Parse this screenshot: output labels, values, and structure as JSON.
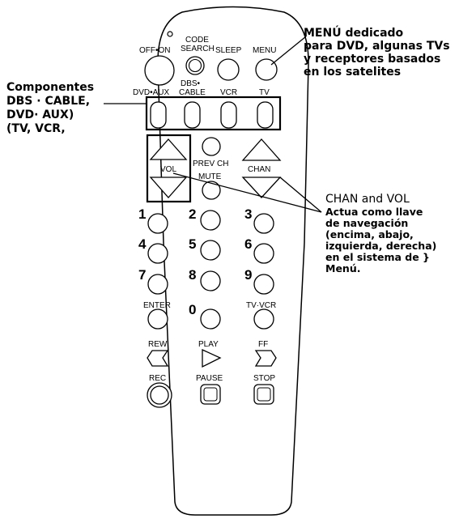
{
  "remote": {
    "top_labels": {
      "off_on": "OFF•ON",
      "code": "CODE",
      "search": "SEARCH",
      "sleep": "SLEEP",
      "menu": "MENU"
    },
    "mode_labels": {
      "dvd_aux": "DVD•AUX",
      "dbs": "DBS•",
      "cable": "CABLE",
      "vcr": "VCR",
      "tv": "TV"
    },
    "nav_labels": {
      "prev_ch": "PREV CH",
      "vol": "VOL",
      "chan": "CHAN",
      "mute": "MUTE"
    },
    "digits": [
      "1",
      "2",
      "3",
      "4",
      "5",
      "6",
      "7",
      "8",
      "9",
      "0"
    ],
    "enter": "ENTER",
    "tv_vcr": "TV·VCR",
    "transport": {
      "rew": "REW",
      "play": "PLAY",
      "ff": "FF",
      "rec": "REC",
      "pause": "PAUSE",
      "stop": "STOP"
    }
  },
  "annotations": {
    "menu": [
      "MENÚ dedicado",
      "para DVD, algunas TVs",
      "y receptores basados",
      "en los satelites"
    ],
    "components": [
      "Componentes",
      "DBS · CABLE,",
      "DVD· AUX)",
      "(TV, VCR,"
    ],
    "chan_vol_title": "CHAN and VOL",
    "chan_vol": [
      "Actua como llave",
      "de navegación",
      "(encima, abajo,",
      "izquierda, derecha)",
      "en el sistema de }",
      "Menú."
    ]
  }
}
